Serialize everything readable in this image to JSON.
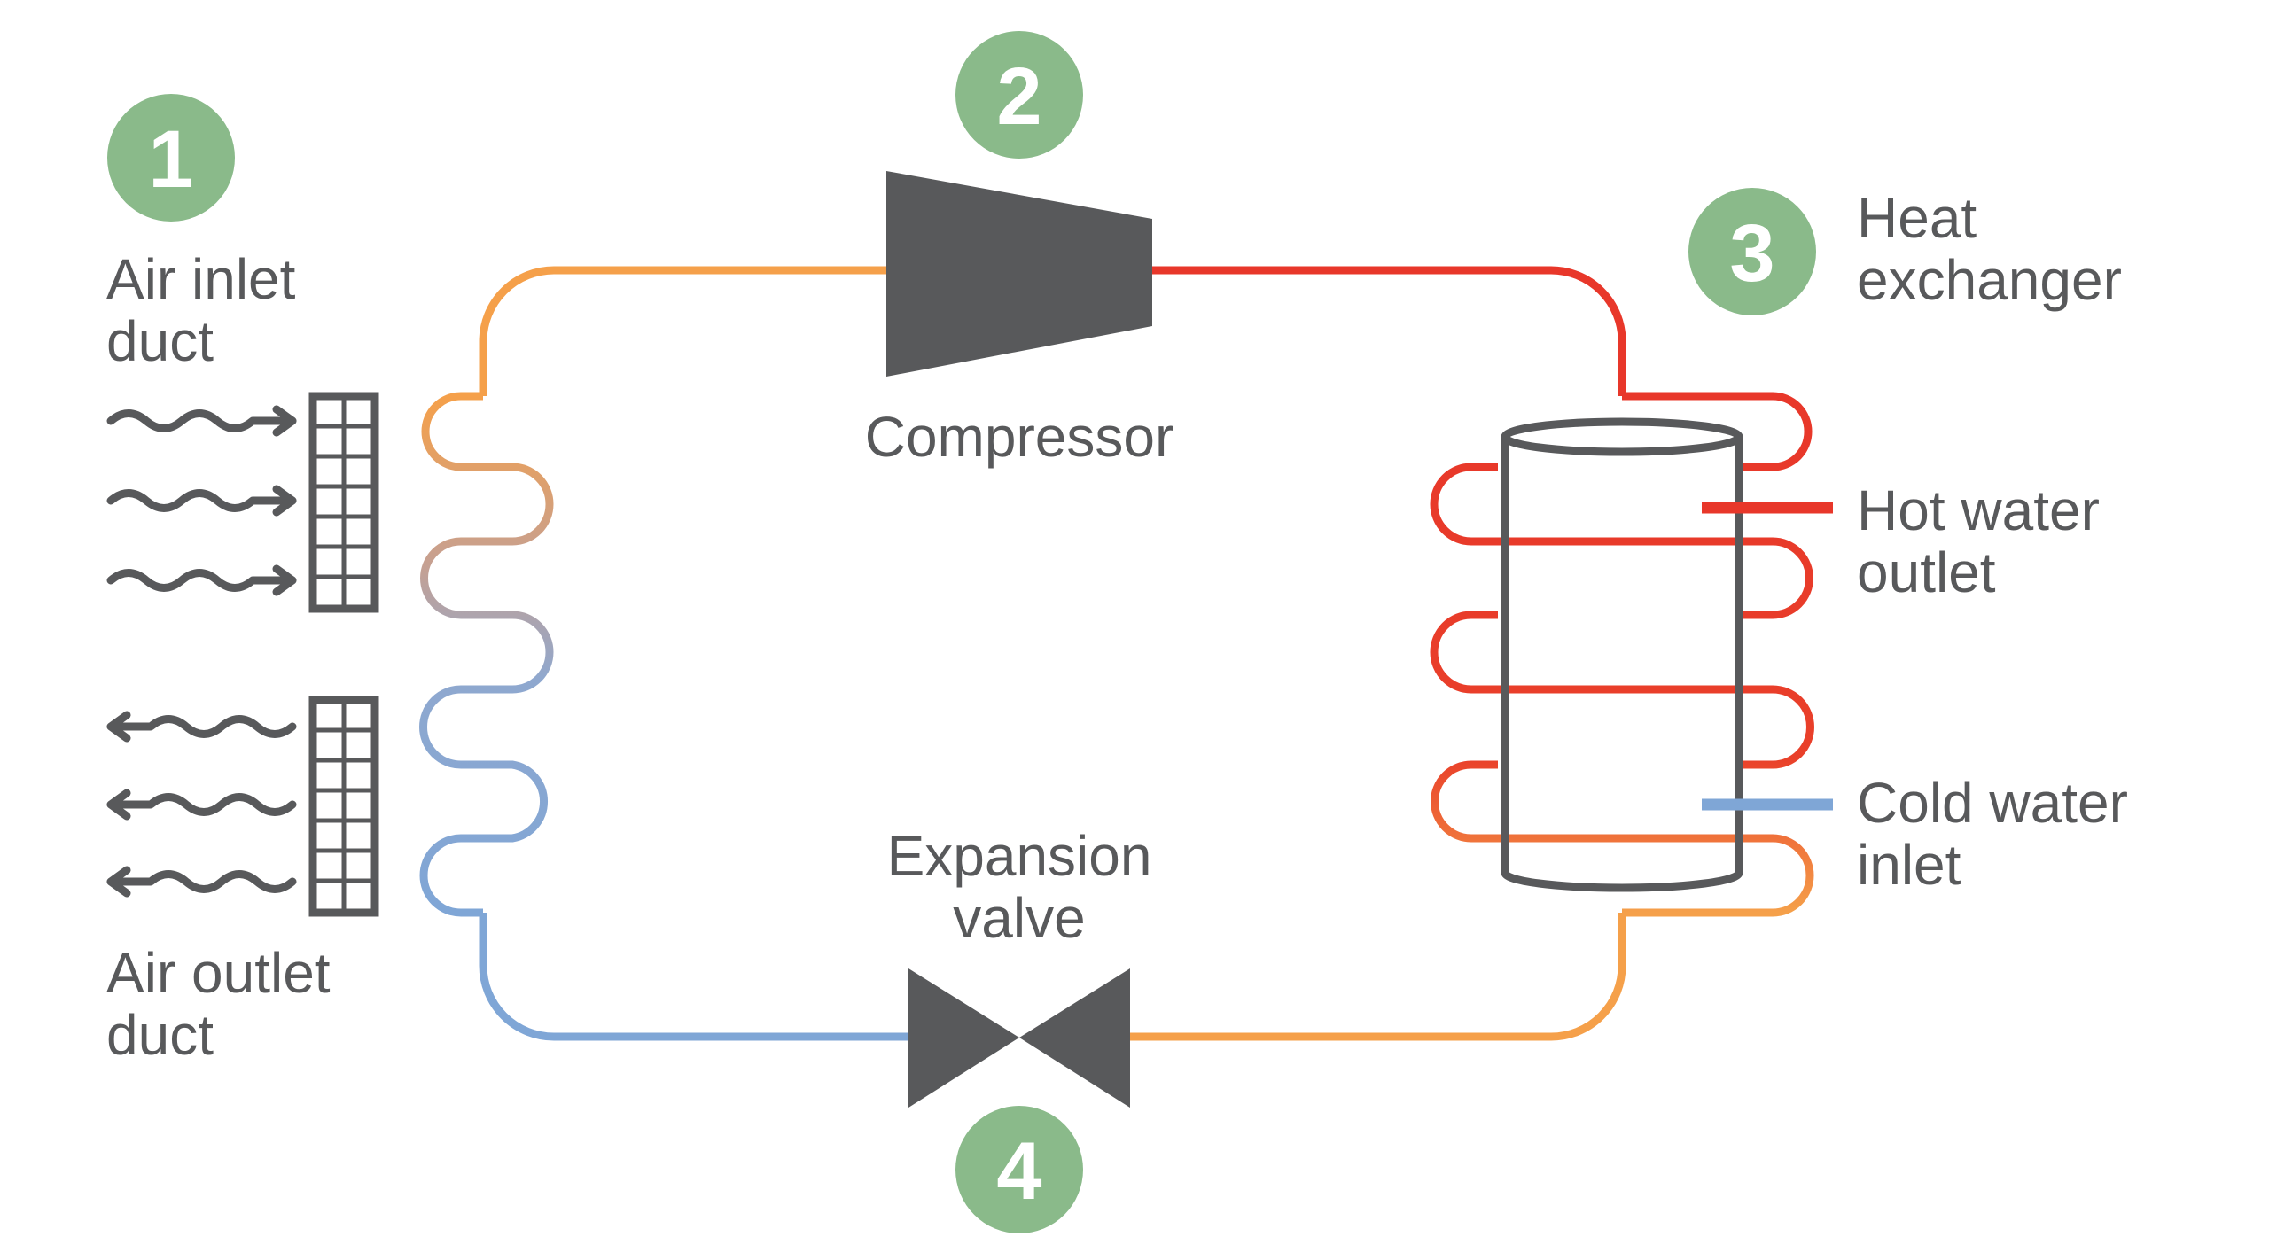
{
  "badges": {
    "step1": "1",
    "step2": "2",
    "step3": "3",
    "step4": "4"
  },
  "labels": {
    "air_inlet_line1": "Air inlet",
    "air_inlet_line2": "duct",
    "air_outlet_line1": "Air outlet",
    "air_outlet_line2": "duct",
    "compressor": "Compressor",
    "heat_exchanger_line1": "Heat",
    "heat_exchanger_line2": "exchanger",
    "hot_water_line1": "Hot water",
    "hot_water_line2": "outlet",
    "cold_water_line1": "Cold water",
    "cold_water_line2": "inlet",
    "expansion_line1": "Expansion",
    "expansion_line2": "valve"
  },
  "colors": {
    "badge_green": "#8aba8a",
    "component_grey": "#58595b",
    "hot_red": "#e8372a",
    "warm_orange": "#f5a04a",
    "cold_blue": "#7fa6d6"
  }
}
